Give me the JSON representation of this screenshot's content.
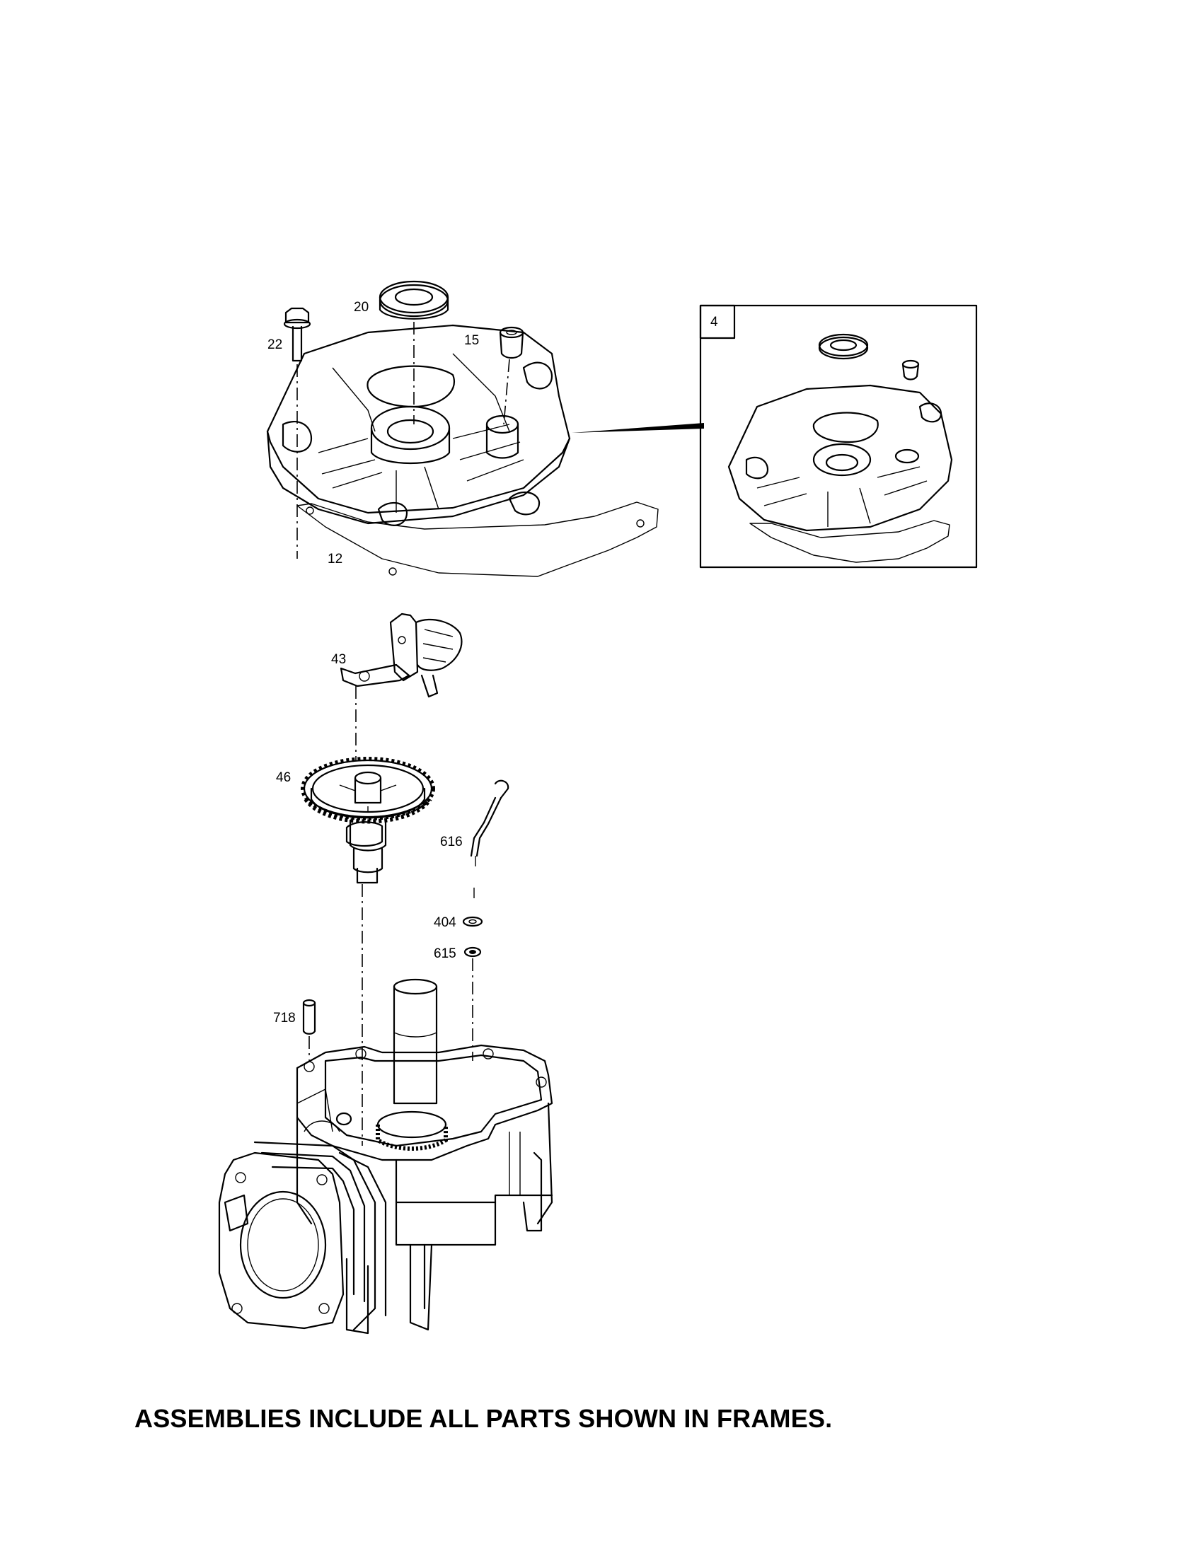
{
  "callouts": {
    "p20": "20",
    "p22": "22",
    "p15": "15",
    "p12": "12",
    "p4": "4",
    "p43": "43",
    "p46": "46",
    "p616": "616",
    "p404": "404",
    "p615": "615",
    "p718": "718"
  },
  "footer": {
    "note": "ASSEMBLIES INCLUDE ALL PARTS SHOWN IN FRAMES."
  },
  "colors": {
    "ink": "#000000",
    "paper": "#ffffff"
  }
}
